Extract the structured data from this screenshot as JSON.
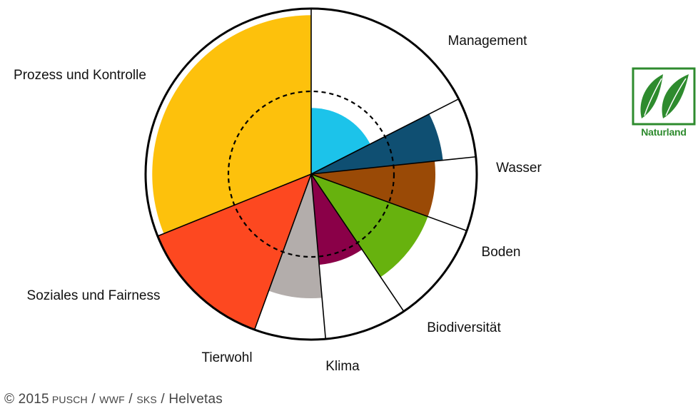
{
  "chart_data": {
    "type": "polar-area",
    "outer_scale": 100,
    "reference_ring": 50,
    "segments": [
      {
        "label": "Management",
        "value": 40,
        "color": "#1cc3ea"
      },
      {
        "label": "Wasser",
        "value": 80,
        "color": "#0f4f72"
      },
      {
        "label": "Boden",
        "value": 75,
        "color": "#9a4a06"
      },
      {
        "label": "Biodiversität",
        "value": 75,
        "color": "#67b20e"
      },
      {
        "label": "Klima",
        "value": 55,
        "color": "#8a0048"
      },
      {
        "label": "Tierwohl",
        "value": 75,
        "color": "#b3adab"
      },
      {
        "label": "Soziales und Fairness",
        "value": 100,
        "color": "#fd4820"
      },
      {
        "label": "Prozess und Kontrolle",
        "value": 96,
        "color": "#fdc10c"
      }
    ]
  },
  "logo": {
    "text": "Naturland",
    "color": "#2e8b2e"
  },
  "footer": {
    "copyright": "© 2015",
    "org1": "PUSCH",
    "sep1": " / ",
    "org2": "WWF",
    "sep2": " / ",
    "org3": "SKS",
    "sep3": " / ",
    "org4": "Helvetas"
  }
}
